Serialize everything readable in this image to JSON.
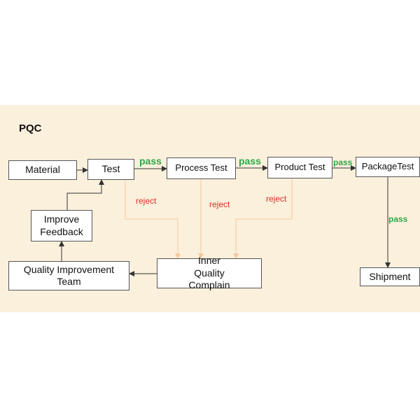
{
  "title": "PQC",
  "colors": {
    "panel_background": "#fbf0dc",
    "pass_label": "#2ea84a",
    "reject_label": "#d93025",
    "main_flow_arrow": "#333333",
    "reject_arrow": "#f3c9a0",
    "box_border": "#555555"
  },
  "nodes": {
    "material": "Material",
    "test": "Test",
    "process_test": "Process Test",
    "product_test": "Product Test",
    "package_test": "PackageTest",
    "shipment": "Shipment",
    "inner_quality": "Inner Quality Complain",
    "quality_team": "Quality Improvement Team",
    "improve_feedback": "Improve Feedback"
  },
  "edge_labels": {
    "pass_1": "pass",
    "pass_2": "pass",
    "pass_3": "pass",
    "pass_4": "pass",
    "reject_1": "reject",
    "reject_2": "reject",
    "reject_3": "reject"
  }
}
